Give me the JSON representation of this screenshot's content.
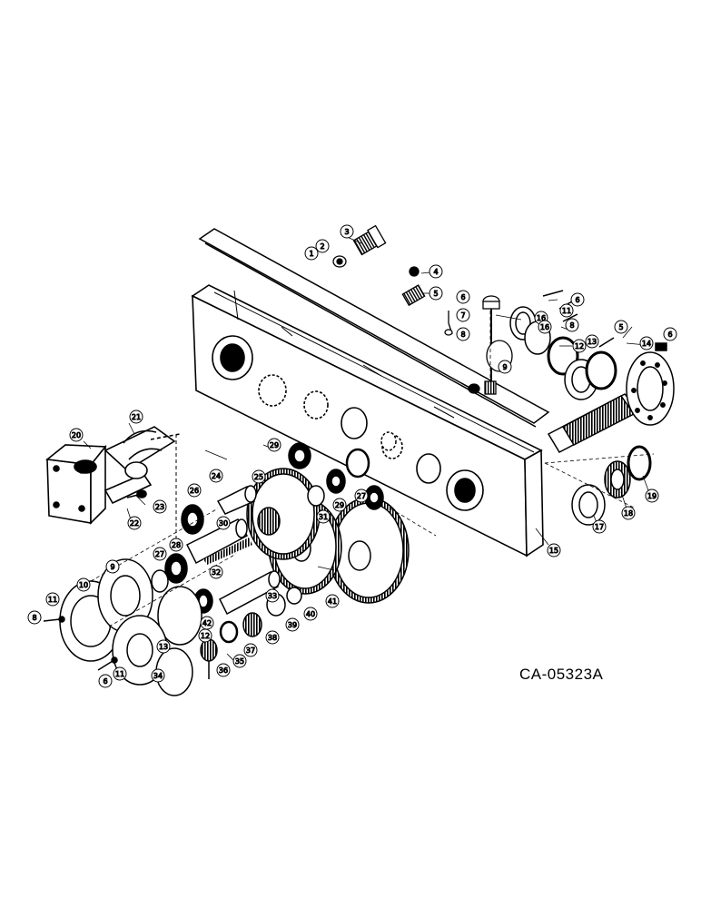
{
  "drawing_code": "CA-05323A",
  "callouts": [
    {
      "id": "c1",
      "label": "1"
    },
    {
      "id": "c2",
      "label": "2"
    },
    {
      "id": "c3",
      "label": "3"
    },
    {
      "id": "c4",
      "label": "4"
    },
    {
      "id": "c5",
      "label": "5"
    },
    {
      "id": "c6",
      "label": "6"
    },
    {
      "id": "c7",
      "label": "7"
    },
    {
      "id": "c8",
      "label": "8"
    },
    {
      "id": "c9",
      "label": "9"
    },
    {
      "id": "c10",
      "label": "10"
    },
    {
      "id": "c11",
      "label": "11"
    },
    {
      "id": "c12",
      "label": "12"
    },
    {
      "id": "c13",
      "label": "13"
    },
    {
      "id": "c14",
      "label": "14"
    },
    {
      "id": "c15",
      "label": "15"
    },
    {
      "id": "c16",
      "label": "16"
    },
    {
      "id": "c17",
      "label": "17"
    },
    {
      "id": "c18",
      "label": "18"
    },
    {
      "id": "c19",
      "label": "19"
    },
    {
      "id": "c20",
      "label": "20"
    },
    {
      "id": "c21",
      "label": "21"
    },
    {
      "id": "c22",
      "label": "22"
    },
    {
      "id": "c23",
      "label": "23"
    },
    {
      "id": "c24",
      "label": "24"
    },
    {
      "id": "c25",
      "label": "25"
    },
    {
      "id": "c26",
      "label": "26"
    },
    {
      "id": "c27",
      "label": "27"
    },
    {
      "id": "c28",
      "label": "28"
    },
    {
      "id": "c29",
      "label": "29"
    },
    {
      "id": "c30",
      "label": "30"
    },
    {
      "id": "c31",
      "label": "31"
    },
    {
      "id": "c32",
      "label": "32"
    },
    {
      "id": "c33",
      "label": "33"
    },
    {
      "id": "c34",
      "label": "34"
    },
    {
      "id": "c35",
      "label": "35"
    },
    {
      "id": "c36",
      "label": "36"
    },
    {
      "id": "c37",
      "label": "37"
    },
    {
      "id": "c38",
      "label": "38"
    },
    {
      "id": "c39",
      "label": "39"
    },
    {
      "id": "c40",
      "label": "40"
    },
    {
      "id": "c41",
      "label": "41"
    },
    {
      "id": "c42",
      "label": "42"
    },
    {
      "id": "c8b",
      "label": "8"
    },
    {
      "id": "c6b",
      "label": "6"
    },
    {
      "id": "c11b",
      "label": "11"
    },
    {
      "id": "c9b",
      "label": "9"
    },
    {
      "id": "c13b",
      "label": "13"
    },
    {
      "id": "c12b",
      "label": "12"
    },
    {
      "id": "c5b",
      "label": "5"
    },
    {
      "id": "c16b",
      "label": "16"
    },
    {
      "id": "c29b",
      "label": "29"
    },
    {
      "id": "c27b",
      "label": "27"
    },
    {
      "id": "c11c",
      "label": "11"
    },
    {
      "id": "c8c",
      "label": "8"
    },
    {
      "id": "c6c",
      "label": "6"
    },
    {
      "id": "c6d",
      "label": "6"
    }
  ]
}
